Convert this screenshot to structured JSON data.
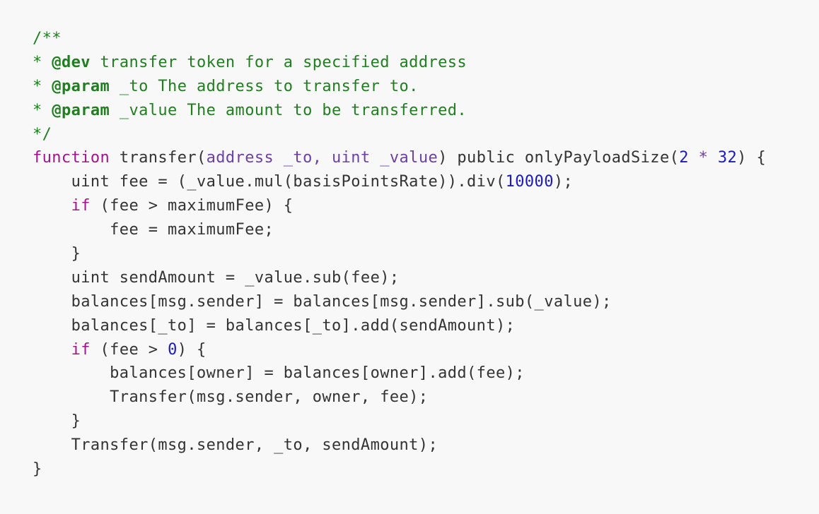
{
  "theme": {
    "background": "#f8f8f8",
    "text": "#333333",
    "comment": "#1f7f1f",
    "keyword": "#a4138f",
    "type": "#6d3fa8",
    "number": "#1a1ac4"
  },
  "code": {
    "language": "solidity",
    "lines": [
      [
        {
          "t": "comment",
          "v": "/**"
        }
      ],
      [
        {
          "t": "comment",
          "v": "* "
        },
        {
          "t": "doctag",
          "v": "@dev"
        },
        {
          "t": "comment",
          "v": " transfer token for a specified address"
        }
      ],
      [
        {
          "t": "comment",
          "v": "* "
        },
        {
          "t": "doctag",
          "v": "@param"
        },
        {
          "t": "comment",
          "v": " _to The address to transfer to."
        }
      ],
      [
        {
          "t": "comment",
          "v": "* "
        },
        {
          "t": "doctag",
          "v": "@param"
        },
        {
          "t": "comment",
          "v": " _value The amount to be transferred."
        }
      ],
      [
        {
          "t": "comment",
          "v": "*/"
        }
      ],
      [
        {
          "t": "keyword",
          "v": "function"
        },
        {
          "t": "plain",
          "v": " transfer("
        },
        {
          "t": "type",
          "v": "address _to, uint _value"
        },
        {
          "t": "plain",
          "v": ") public onlyPayloadSize("
        },
        {
          "t": "number",
          "v": "2"
        },
        {
          "t": "plain",
          "v": " "
        },
        {
          "t": "type",
          "v": "*"
        },
        {
          "t": "plain",
          "v": " "
        },
        {
          "t": "number",
          "v": "32"
        },
        {
          "t": "plain",
          "v": ") {"
        }
      ],
      [
        {
          "t": "plain",
          "v": "    uint fee = (_value.mul(basisPointsRate)).div("
        },
        {
          "t": "number",
          "v": "10000"
        },
        {
          "t": "plain",
          "v": ");"
        }
      ],
      [
        {
          "t": "plain",
          "v": "    "
        },
        {
          "t": "keyword",
          "v": "if"
        },
        {
          "t": "plain",
          "v": " (fee > maximumFee) {"
        }
      ],
      [
        {
          "t": "plain",
          "v": "        fee = maximumFee;"
        }
      ],
      [
        {
          "t": "plain",
          "v": "    }"
        }
      ],
      [
        {
          "t": "plain",
          "v": "    uint sendAmount = _value.sub(fee);"
        }
      ],
      [
        {
          "t": "plain",
          "v": "    balances[msg.sender] = balances[msg.sender].sub(_value);"
        }
      ],
      [
        {
          "t": "plain",
          "v": "    balances[_to] = balances[_to].add(sendAmount);"
        }
      ],
      [
        {
          "t": "plain",
          "v": "    "
        },
        {
          "t": "keyword",
          "v": "if"
        },
        {
          "t": "plain",
          "v": " (fee > "
        },
        {
          "t": "number",
          "v": "0"
        },
        {
          "t": "plain",
          "v": ") {"
        }
      ],
      [
        {
          "t": "plain",
          "v": "        balances[owner] = balances[owner].add(fee);"
        }
      ],
      [
        {
          "t": "plain",
          "v": "        Transfer(msg.sender, owner, fee);"
        }
      ],
      [
        {
          "t": "plain",
          "v": "    }"
        }
      ],
      [
        {
          "t": "plain",
          "v": "    Transfer(msg.sender, _to, sendAmount);"
        }
      ],
      [
        {
          "t": "plain",
          "v": "}"
        }
      ]
    ]
  }
}
